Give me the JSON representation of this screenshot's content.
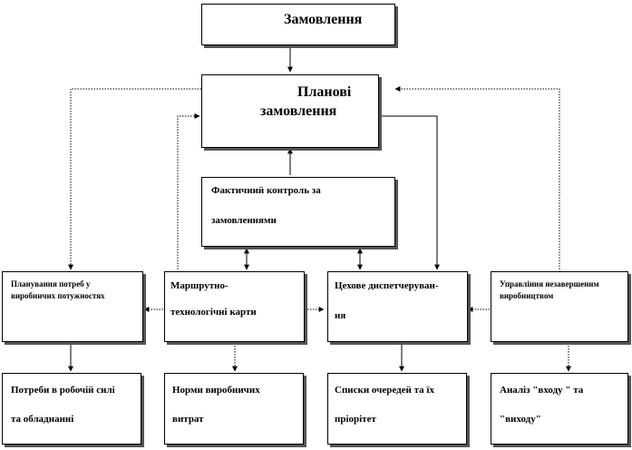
{
  "diagram": {
    "orders": "Замовлення",
    "planned_orders": [
      "Планові",
      "замовлення"
    ],
    "actual_control": [
      "Фактичний контроль за",
      "замовленнями"
    ],
    "capacity_planning": [
      "Планування потреб у",
      "виробничих потужностях"
    ],
    "routing_cards": [
      "Маршрутно-",
      "технологічні  карти"
    ],
    "shop_dispatching": [
      "Цехове диспетчеруван-",
      "ня"
    ],
    "input_output_control": [
      "Управління незавершеним",
      "виробництвом"
    ],
    "labor_equipment_needs": [
      "Потреби в робочій силі",
      "та обладнанні"
    ],
    "production_cost_norms": [
      "Норми виробничих",
      "витрат"
    ],
    "queue_priority_lists": [
      "Списки  очередей та їх",
      "пріорітет"
    ],
    "input_output_analysis": [
      "Аналіз  \"входу \" та",
      "\"виходу\""
    ]
  }
}
